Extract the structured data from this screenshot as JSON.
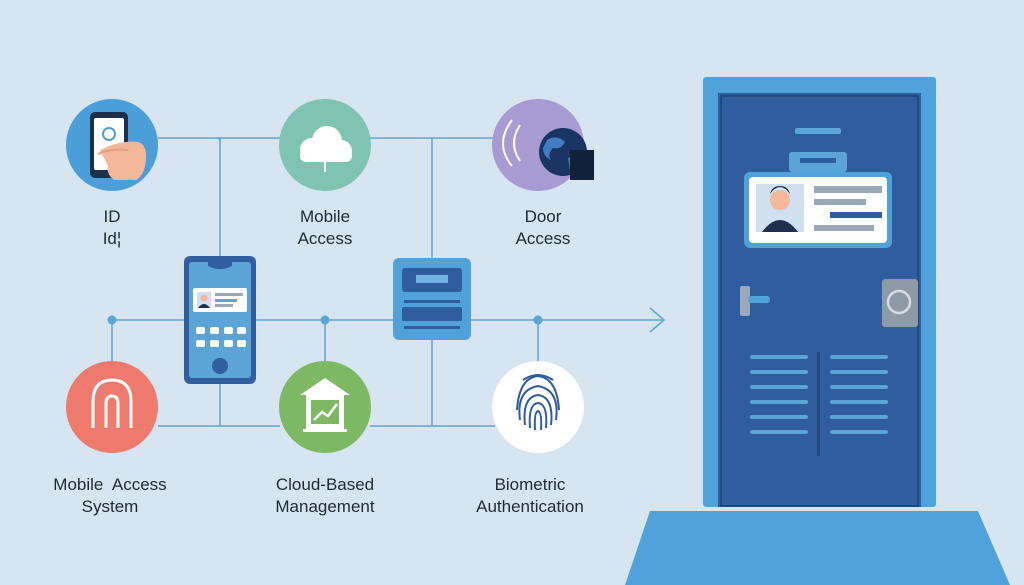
{
  "nodes": {
    "id": {
      "line1": "ID",
      "line2": "Id¦"
    },
    "mobile_access": {
      "line1": "Mobile",
      "line2": "Access"
    },
    "door_access": {
      "line1": "Door",
      "line2": "Access"
    },
    "mobile_access_system": {
      "line1": "Mobile  Access",
      "line2": "System"
    },
    "cloud_management": {
      "line1": "Cloud-Based",
      "line2": "Management"
    },
    "biometric": {
      "line1": "Biometric",
      "line2": "Authentication"
    }
  },
  "colors": {
    "background": "#d6e5f0",
    "connector": "#5aa5d6",
    "id_circle": "#4a9fd8",
    "mobile_circle": "#7fc4b2",
    "door_circle": "#a89bd4",
    "system_circle": "#ef7b6e",
    "cloud_mgmt_circle": "#7db863",
    "biometric_circle": "#ffffff",
    "door_frame": "#4fa3da",
    "door_panel": "#2f5d9e"
  },
  "icons": {
    "id": "phone-hand-icon",
    "mobile_access": "cloud-icon",
    "door_access": "globe-nfc-icon",
    "mobile_access_system": "arch-icon",
    "cloud_management": "house-chart-icon",
    "biometric": "fingerprint-icon",
    "reader": "access-controller-icon",
    "phone": "smartphone-keypad-icon",
    "door": "door-icon"
  }
}
